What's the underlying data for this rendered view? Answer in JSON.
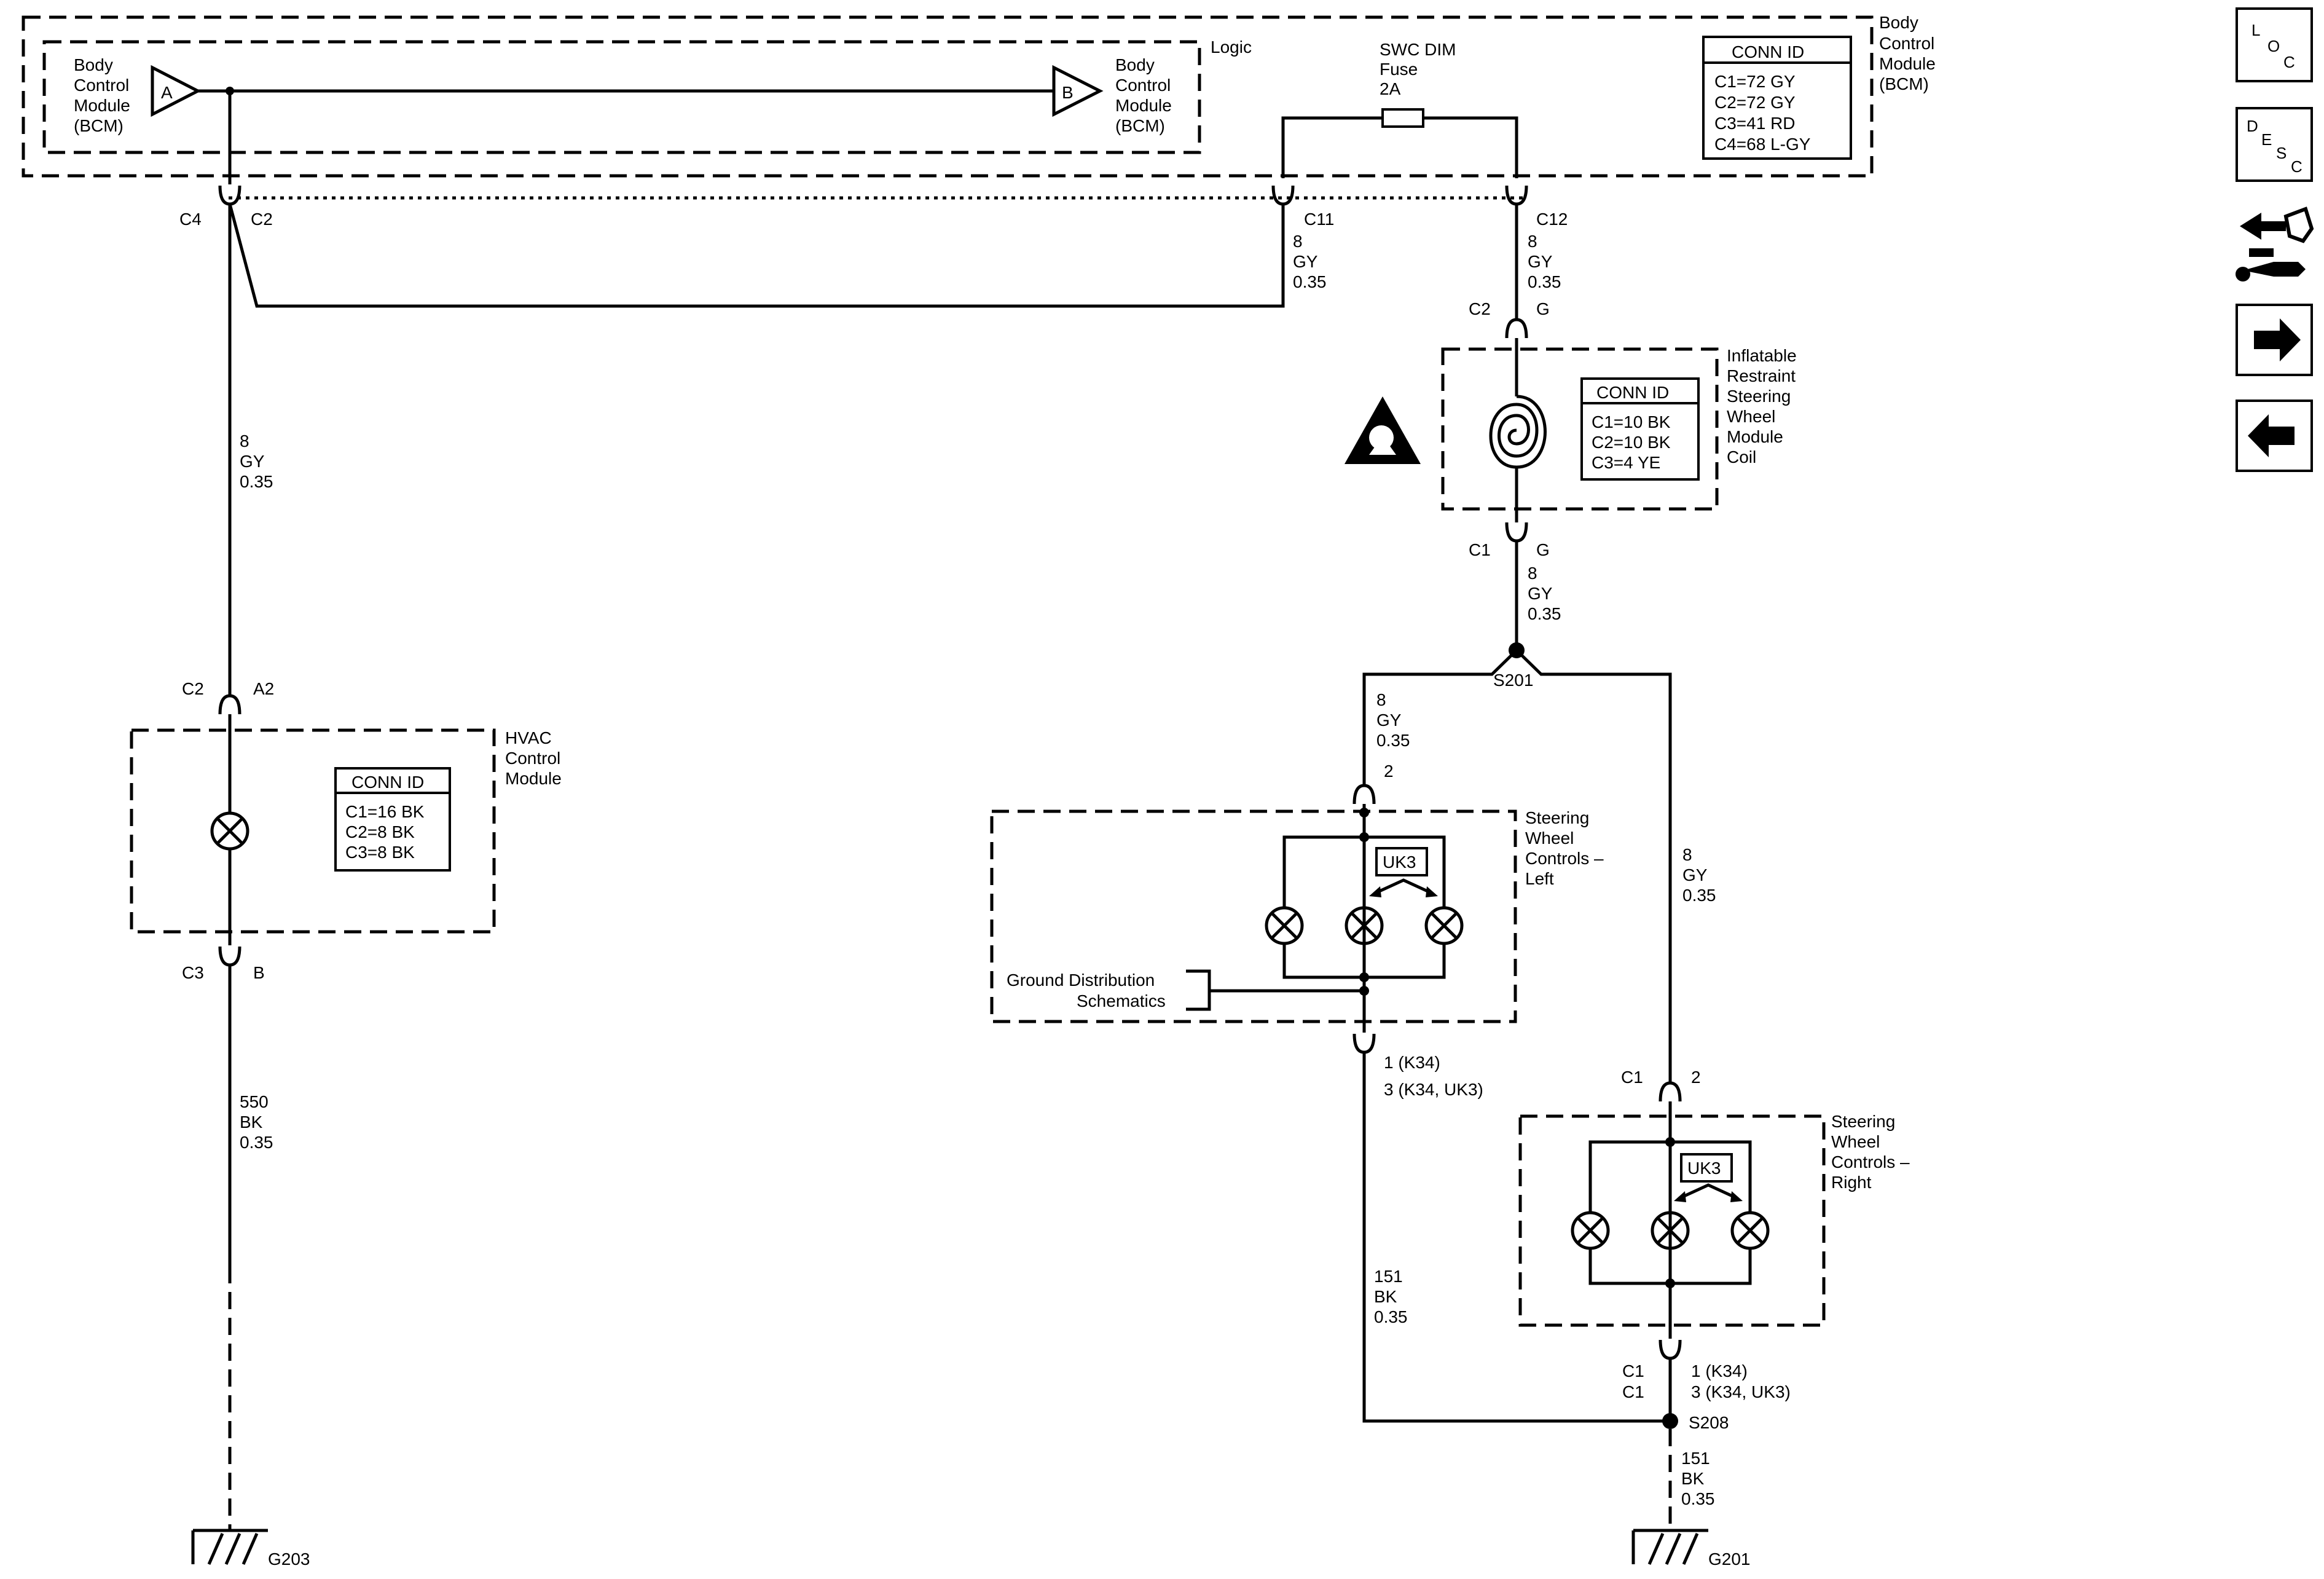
{
  "bcm": {
    "title_lines": [
      "Body",
      "Control",
      "Module",
      "(BCM)"
    ],
    "logic_label": "Logic",
    "inner_left_lines": [
      "Body",
      "Control",
      "Module",
      "(BCM)"
    ],
    "inner_right_lines": [
      "Body",
      "Control",
      "Module",
      "(BCM)"
    ],
    "port_a": "A",
    "port_b": "B",
    "conn_id_title": "CONN ID",
    "conn_ids": [
      "C1=72 GY",
      "C2=72 GY",
      "C3=41 RD",
      "C4=68 L-GY"
    ]
  },
  "fuse": {
    "lines": [
      "SWC DIM",
      "Fuse",
      "2A"
    ]
  },
  "bcm_connectors": {
    "c4": "C4",
    "c2": "C2",
    "c11": "C11",
    "c12": "C12"
  },
  "wire_c11": [
    "8",
    "GY",
    "0.35"
  ],
  "wire_c12": [
    "8",
    "GY",
    "0.35"
  ],
  "wire_left_main": [
    "8",
    "GY",
    "0.35"
  ],
  "hvac": {
    "title_lines": [
      "HVAC",
      "Control",
      "Module"
    ],
    "top_conn_left": "C2",
    "top_conn_right": "A2",
    "bottom_conn_left": "C3",
    "bottom_conn_right": "B",
    "conn_id_title": "CONN ID",
    "conn_ids": [
      "C1=16 BK",
      "C2=8 BK",
      "C3=8 BK"
    ]
  },
  "wire_hvac_ground": [
    "550",
    "BK",
    "0.35"
  ],
  "ground_left": "G203",
  "coil": {
    "title_lines": [
      "Inflatable",
      "Restraint",
      "Steering",
      "Wheel",
      "Module",
      "Coil"
    ],
    "top_conn_left": "C2",
    "top_conn_right": "G",
    "bottom_conn_left": "C1",
    "bottom_conn_right": "G",
    "conn_id_title": "CONN ID",
    "conn_ids": [
      "C1=10 BK",
      "C2=10 BK",
      "C3=4 YE"
    ]
  },
  "wire_coil_out": [
    "8",
    "GY",
    "0.35"
  ],
  "splice_top": "S201",
  "wire_swc_left_in": [
    "8",
    "GY",
    "0.35"
  ],
  "wire_swc_right_in": [
    "8",
    "GY",
    "0.35"
  ],
  "swc_left": {
    "title_lines": [
      "Steering",
      "Wheel",
      "Controls –",
      "Left"
    ],
    "pin_top": "2",
    "option_label": "UK3",
    "pin_bottom_lines": [
      "1 (K34)",
      "3 (K34, UK3)"
    ]
  },
  "ground_dist": {
    "lines": [
      "Ground Distribution",
      "Schematics"
    ]
  },
  "wire_swc_left_ground": [
    "151",
    "BK",
    "0.35"
  ],
  "swc_right": {
    "title_lines": [
      "Steering",
      "Wheel",
      "Controls –",
      "Right"
    ],
    "top_conn": "C1",
    "pin_top": "2",
    "option_label": "UK3",
    "bottom_conn_lines": [
      "C1",
      "C1"
    ],
    "pin_bottom_lines": [
      "1  (K34)",
      "3  (K34, UK3)"
    ]
  },
  "splice_bottom": "S208",
  "wire_ground_right": [
    "151",
    "BK",
    "0.35"
  ],
  "ground_right": "G201",
  "nav": {
    "loc_letters": [
      "L",
      "O",
      "C"
    ],
    "desc_letters": [
      "D",
      "E",
      "S",
      "C"
    ]
  }
}
